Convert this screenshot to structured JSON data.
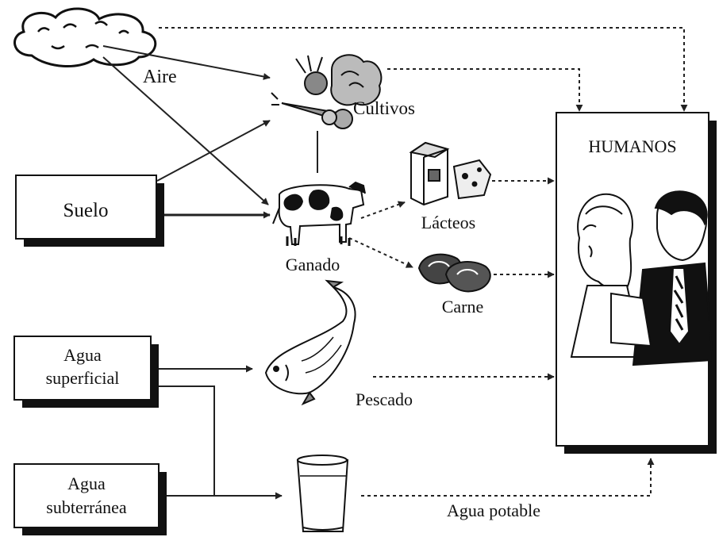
{
  "labels": {
    "air": "Aire",
    "crops": "Cultivos",
    "soil": "Suelo",
    "livestock": "Ganado",
    "dairy": "Lácteos",
    "meat": "Carne",
    "fish": "Pescado",
    "surface_water_l1": "Agua",
    "surface_water_l2": "superficial",
    "groundwater_l1": "Agua",
    "groundwater_l2": "subterránea",
    "drinking_water": "Agua potable",
    "humans": "HUMANOS"
  },
  "icons": {
    "cloud": "cloud-icon",
    "crops": "vegetables-icon",
    "livestock": "cow-icon",
    "dairy": "milk-cheese-icon",
    "meat": "steak-icon",
    "fish": "fish-icon",
    "water": "water-glass-icon",
    "humans": "people-icon"
  }
}
